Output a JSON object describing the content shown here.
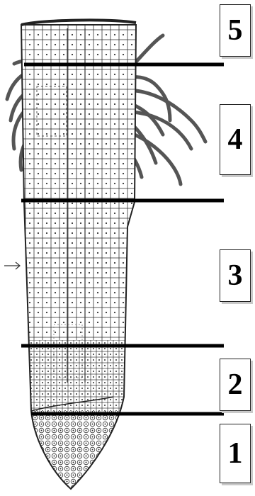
{
  "zones": [
    {
      "id": "5",
      "label": "5"
    },
    {
      "id": "4",
      "label": "4"
    },
    {
      "id": "3",
      "label": "3"
    },
    {
      "id": "2",
      "label": "2"
    },
    {
      "id": "1",
      "label": "1"
    }
  ],
  "colors": {
    "ink": "#222222",
    "line": "#000000",
    "background": "#ffffff"
  }
}
